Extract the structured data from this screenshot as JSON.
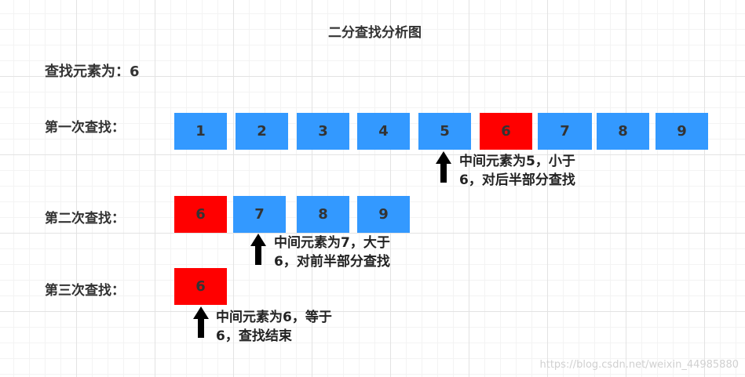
{
  "title": "二分查找分析图",
  "target": "查找元素为：6",
  "rounds": [
    {
      "label": "第一次查找：",
      "cells": [
        {
          "value": "1",
          "color": "#3399ff"
        },
        {
          "value": "2",
          "color": "#3399ff"
        },
        {
          "value": "3",
          "color": "#3399ff"
        },
        {
          "value": "4",
          "color": "#3399ff"
        },
        {
          "value": "5",
          "color": "#3399ff"
        },
        {
          "value": "6",
          "color": "#ff0000"
        },
        {
          "value": "7",
          "color": "#3399ff"
        },
        {
          "value": "8",
          "color": "#3399ff"
        },
        {
          "value": "9",
          "color": "#3399ff"
        }
      ],
      "note": [
        "中间元素为5，小于",
        "6，对后半部分查找"
      ]
    },
    {
      "label": "第二次查找：",
      "cells": [
        {
          "value": "6",
          "color": "#ff0000"
        },
        {
          "value": "7",
          "color": "#3399ff"
        },
        {
          "value": "8",
          "color": "#3399ff"
        },
        {
          "value": "9",
          "color": "#3399ff"
        }
      ],
      "note": [
        "中间元素为7，大于",
        "6，对前半部分查找"
      ]
    },
    {
      "label": "第三次查找：",
      "cells": [
        {
          "value": "6",
          "color": "#ff0000"
        }
      ],
      "note": [
        "中间元素为6，等于",
        "6，查找结束"
      ]
    }
  ],
  "watermark": "https://blog.csdn.net/weixin_44985880"
}
